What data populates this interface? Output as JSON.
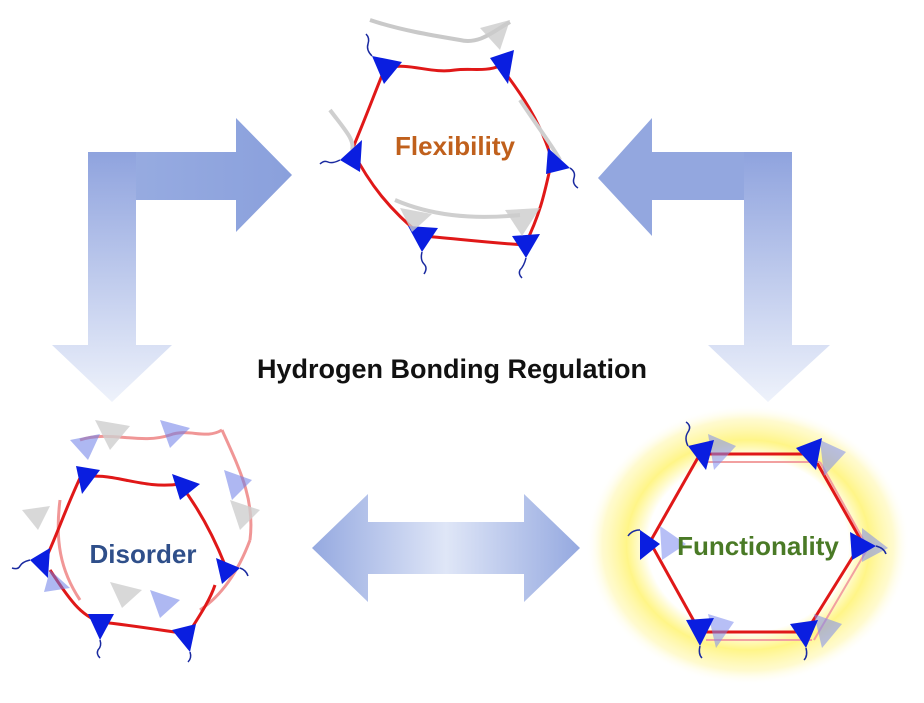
{
  "title": "Hydrogen Bonding Regulation",
  "nodes": {
    "flexibility": {
      "label": "Flexibility",
      "color": "#c0601c"
    },
    "disorder": {
      "label": "Disorder",
      "color": "#2f4f8a"
    },
    "functionality": {
      "label": "Functionality",
      "color": "#4a7a26"
    }
  },
  "colors": {
    "arrow_dark": "#8fa3de",
    "arrow_light": "#f2f5fc",
    "node_blue": "#0a1ee0",
    "linker_red": "#e01818",
    "glow": "#fff24a"
  },
  "icons": [
    "triangle-node-icon",
    "linker-chain-icon"
  ]
}
